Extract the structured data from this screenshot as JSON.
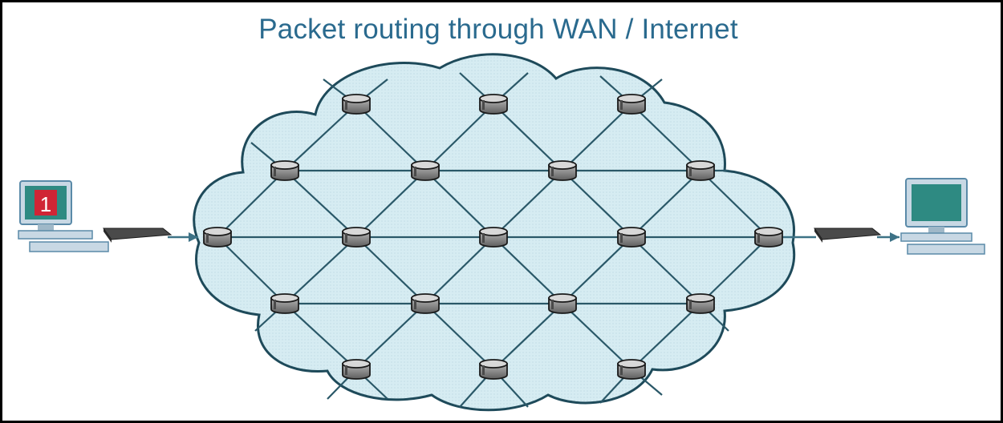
{
  "title": "Packet routing through WAN / Internet",
  "colors": {
    "title": "#2a6a8e",
    "cloud_fill": "#d6ecf2",
    "cloud_stroke": "#1e4a5a",
    "link": "#2a5868",
    "router_body": "#8c8c8c",
    "router_top": "#d8d8d8",
    "router_outline": "#1a1a1a",
    "arrow": "#3d7286",
    "sender_screen": "#2e8a82",
    "sender_packet": "#d02535",
    "receiver_screen": "#2e8a82",
    "computer_body": "#c8d8e4",
    "computer_frame": "#5a8aa8",
    "modem": "#4a4a4a"
  },
  "sender": {
    "icon": "desktop-computer-icon",
    "packet_label": "1"
  },
  "receiver": {
    "icon": "desktop-computer-icon"
  },
  "network": {
    "icon": "router-icon",
    "rows": [
      3,
      4,
      5,
      4,
      3
    ]
  }
}
